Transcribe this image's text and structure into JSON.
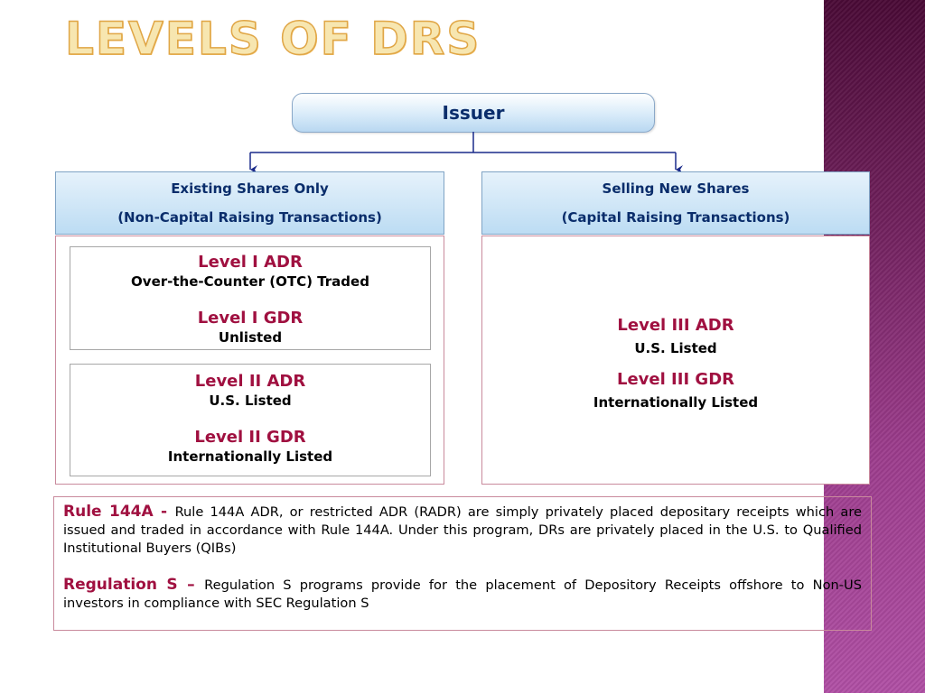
{
  "title": "Levels of DRs",
  "diagram": {
    "root": "Issuer",
    "left_category": {
      "line1": "Existing Shares Only",
      "line2": "(Non-Capital Raising Transactions)"
    },
    "right_category": {
      "line1": "Selling New Shares",
      "line2": "(Capital Raising Transactions)"
    },
    "left_box1": {
      "level_a": "Level I ADR",
      "desc_a": "Over-the-Counter (OTC) Traded",
      "level_b": "Level I GDR",
      "desc_b": "Unlisted"
    },
    "left_box2": {
      "level_a": "Level II ADR",
      "desc_a": "U.S. Listed",
      "level_b": "Level II GDR",
      "desc_b": "Internationally Listed"
    },
    "right_box": {
      "level_a": "Level III ADR",
      "desc_a": "U.S. Listed",
      "level_b": "Level III GDR",
      "desc_b": "Internationally Listed"
    }
  },
  "notes": {
    "rule144a_head": "Rule 144A - ",
    "rule144a_text": "Rule 144A ADR, or restricted ADR (RADR) are simply privately placed depositary receipts which are issued and traded in accordance with Rule 144A. Under this program, DRs are privately placed in the U.S. to Qualified Institutional Buyers (QIBs)",
    "regs_head": "Regulation S – ",
    "regs_text": "Regulation S programs provide for the placement of Depository Receipts offshore to Non-US investors in compliance with SEC Regulation S"
  },
  "colors": {
    "title_fill": "#f7e6b0",
    "title_outline": "#e0a646",
    "heading_blue": "#0a2d6b",
    "level_red": "#a01040",
    "connector": "#1a2a8a",
    "side_band": "#7a2a66"
  }
}
